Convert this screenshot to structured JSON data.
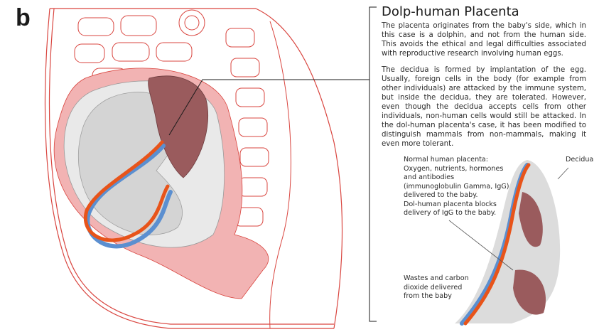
{
  "panel_label": "b",
  "title": "Dolp-human Placenta",
  "paragraphs": [
    "The placenta originates from the baby's side, which in this case is a dolphin, and not from the human side. This avoids the ethical and legal difficulties associated with reproductive research involving human eggs.",
    "The decidua is formed by implantation of the egg. Usually, foreign cells in the body (for example from other individuals) are attacked by the immune system, but inside the decidua, they are tolerated. However, even though the decidua accepts cells from other individuals, non-human cells would still be attacked. In the dol-human placenta's case, it has been modified to distinguish mammals from non-mammals, making it even more tolerant."
  ],
  "labels": {
    "normal_placenta": "Normal human placenta:\nOxygen, nutrients, hormones\nand antibodies\n(immunoglobulin Gamma, IgG)\ndelivered to the baby.\nDol-human placenta blocks\ndelivery of IgG to the baby.",
    "wastes": "Wastes and carbon\ndioxide delivered\nfrom the baby",
    "decidua": "Decidua"
  },
  "colors": {
    "uterus_wall": "#f2b3b3",
    "body_outline": "#d9453f",
    "placenta": "#9a5b5d",
    "artery": "#e8541a",
    "vein": "#5b8fd0",
    "fetus": "#d4d4d4",
    "decidua": "#dcdcdc"
  }
}
